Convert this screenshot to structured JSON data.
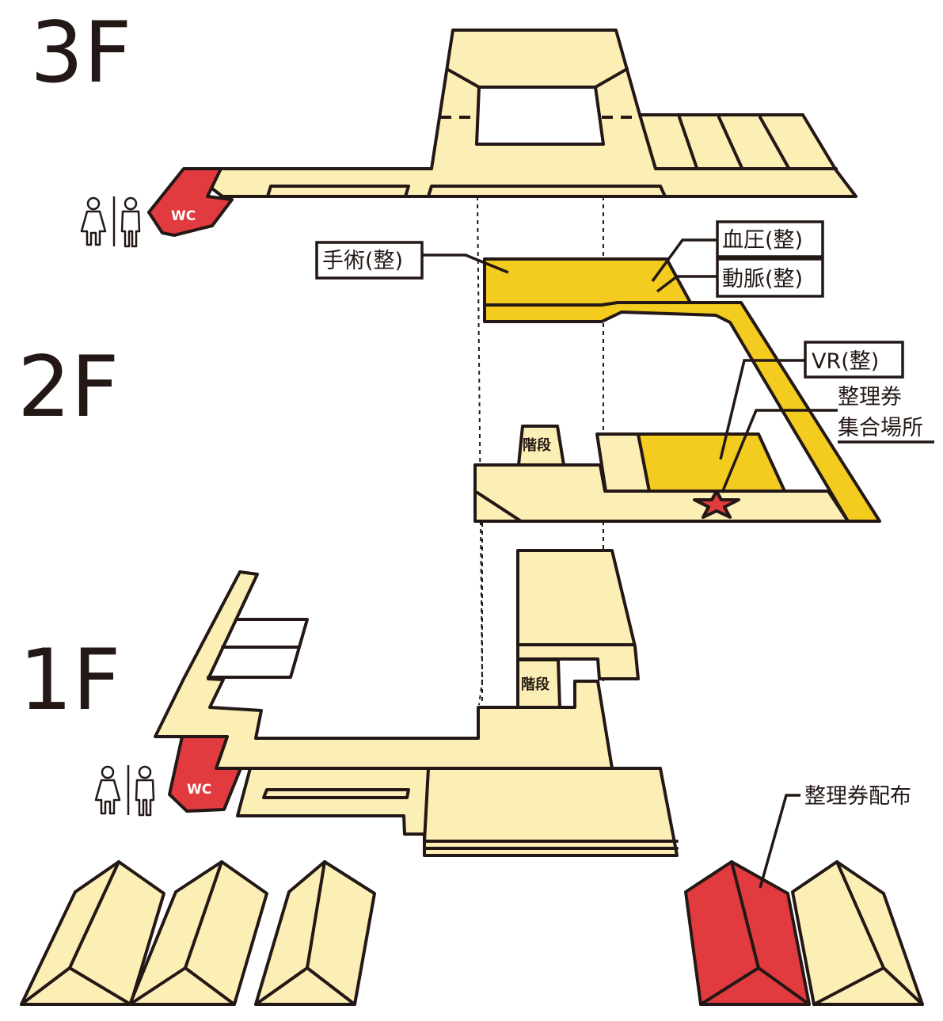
{
  "floors": {
    "f3": "3F",
    "f2": "2F",
    "f1": "1F"
  },
  "restroom": {
    "label": "WC",
    "icon": "restroom-icon"
  },
  "stairs": "階段",
  "labels": {
    "surgery": "手術(整)",
    "blood_pressure": "血圧(整)",
    "artery": "動脈(整)",
    "vr": "VR(整)",
    "meeting_line1": "整理券",
    "meeting_line2": "集合場所",
    "ticket_distribution": "整理券配布"
  },
  "colors": {
    "building": "#fbefb5",
    "highlight": "#f3cc1f",
    "accent_red": "#e23b3f",
    "outline": "#231815"
  },
  "markers": {
    "meeting_point": "star-icon"
  }
}
